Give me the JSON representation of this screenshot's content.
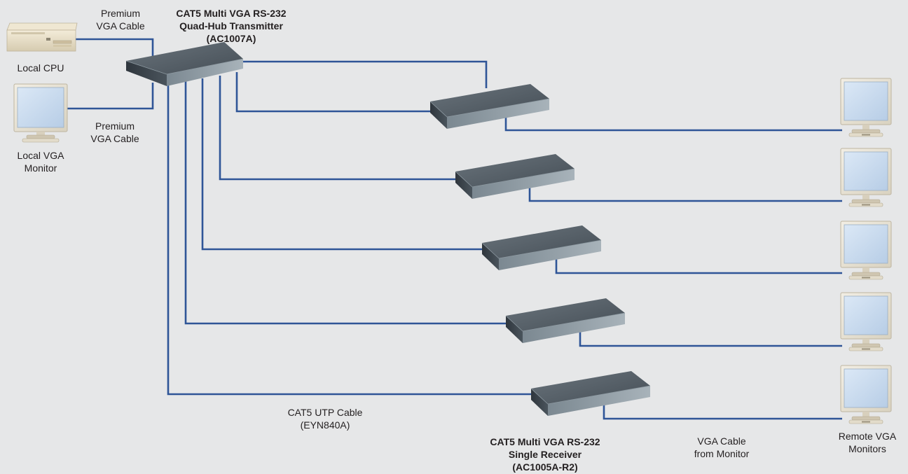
{
  "colors": {
    "background": "#e6e7e8",
    "cable": "#2f5597",
    "device_top": "#5d6770",
    "device_front": "#3b444c",
    "device_side": "#88959e",
    "screen": "#c9dbf0",
    "bezel": "#e9e4d6"
  },
  "labels": {
    "premium_cable_top": [
      "Premium",
      "VGA Cable"
    ],
    "transmitter": [
      "CAT5 Multi VGA RS-232",
      "Quad-Hub Transmitter",
      "(AC1007A)"
    ],
    "local_cpu": [
      "Local CPU"
    ],
    "premium_cable_bottom": [
      "Premium",
      "VGA Cable"
    ],
    "local_monitor": [
      "Local VGA",
      "Monitor"
    ],
    "utp_cable": [
      "CAT5 UTP Cable",
      "(EYN840A)"
    ],
    "receiver": [
      "CAT5 Multi VGA RS-232",
      "Single Receiver",
      "(AC1005A-R2)"
    ],
    "vga_from_monitor": [
      "VGA Cable",
      "from Monitor"
    ],
    "remote_monitors": [
      "Remote VGA",
      "Monitors"
    ]
  },
  "icons": {
    "local_cpu": "desktop-cpu-icon",
    "local_monitor": "lcd-monitor-icon",
    "transmitter": "network-hub-icon",
    "receivers": "network-receiver-icon",
    "remote_monitors": "lcd-monitor-icon"
  }
}
